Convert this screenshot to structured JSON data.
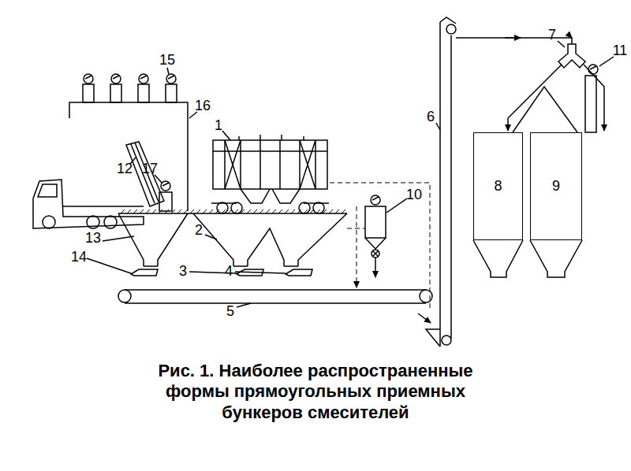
{
  "diagram": {
    "caption": "Рис. 1. Наиболее распространенные формы прямоугольных приемных бункеров смесителей",
    "nodes": [
      {
        "text": [
          "8"
        ]
      },
      {
        "text": [
          "9"
        ]
      }
    ],
    "labels": [
      "15",
      "16",
      "12",
      "17",
      "1",
      "10",
      "6",
      "7",
      "11",
      "13",
      "2",
      "3",
      "4",
      "14",
      "5"
    ]
  }
}
